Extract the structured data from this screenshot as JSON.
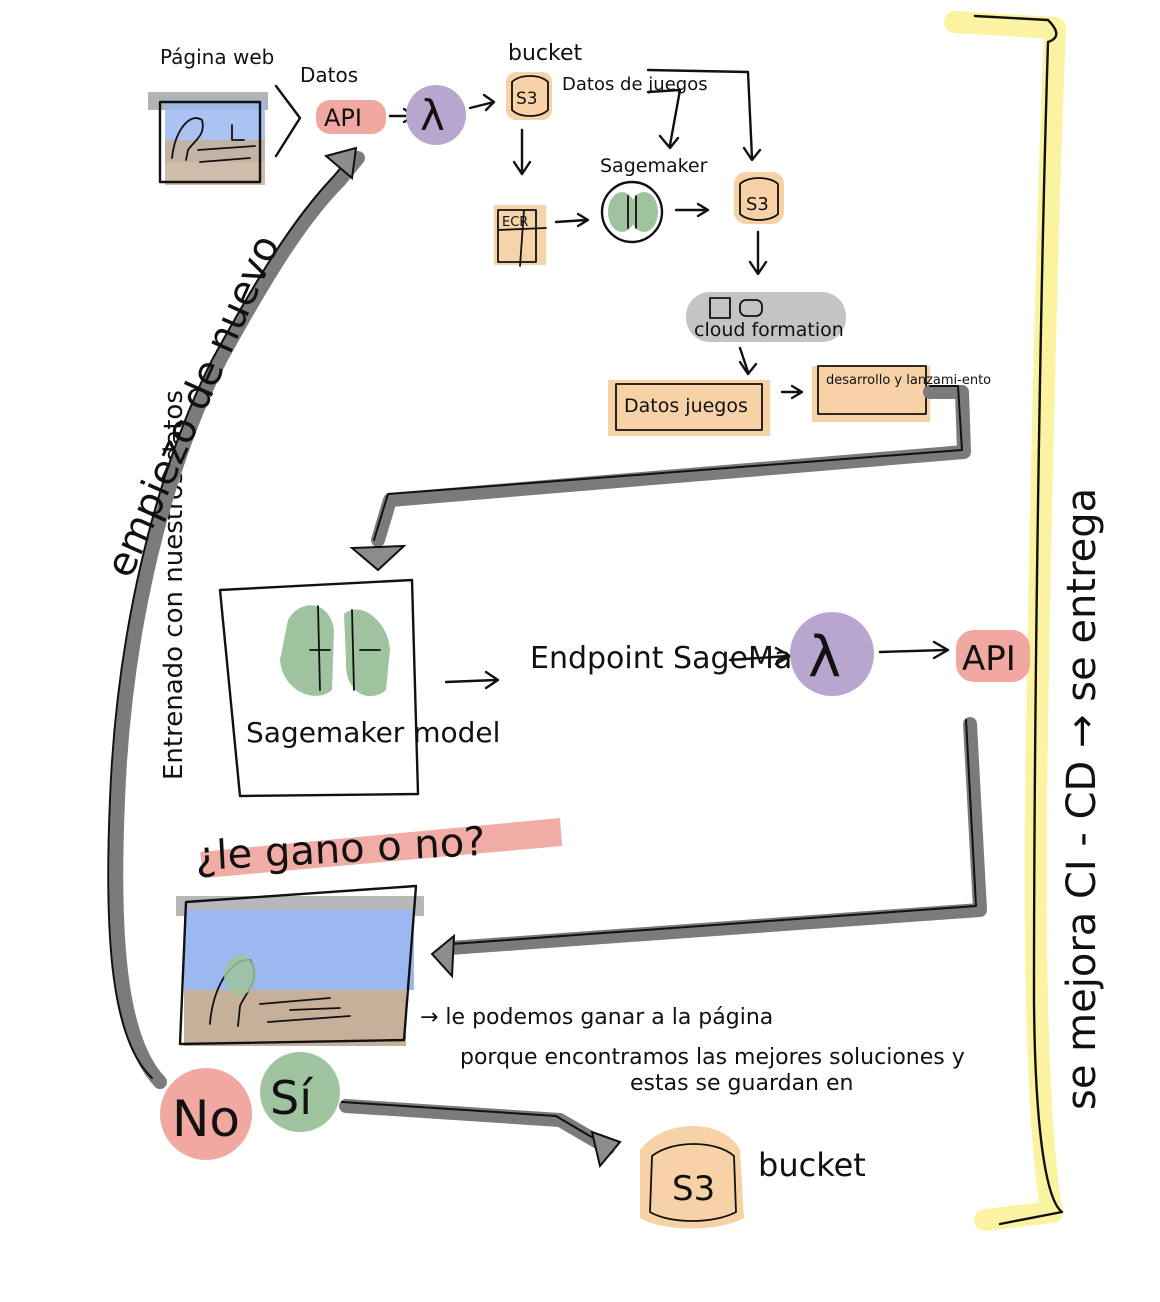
{
  "colors": {
    "api": "#f0a8a0",
    "lambda": "#b9a6cf",
    "s3": "#f6d2a6",
    "sagemaker": "#9ec39e",
    "gray": "#8c8c8c",
    "highlight": "#fbf3a2",
    "sky": "#9cb8f0",
    "ground": "#c7b09a"
  },
  "top_flow": {
    "web_label": "Página web",
    "data_label": "Datos",
    "api_label": "API",
    "lambda_symbol": "λ",
    "bucket_label": "bucket",
    "s3_label": "S3",
    "game_data_label": "Datos de juegos",
    "ecr_label": "ECR",
    "sagemaker_label": "Sagemaker",
    "s3_second_label": "S3",
    "cloudformation_label": "cloud formation",
    "datos_juegos_box": "Datos juegos",
    "deploy_box": "desarrollo y lanzami-ento"
  },
  "middle_flow": {
    "training_note": "Entrenado con nuestros datos",
    "model_label": "Sagemaker model",
    "endpoint_label": "Endpoint SageMaker",
    "lambda_symbol": "λ",
    "api_label": "API"
  },
  "bottom_flow": {
    "question": "¿le gano o no?",
    "note_line1": "→ le podemos ganar a la página",
    "note_line2": "porque encontramos las mejores soluciones y",
    "note_line3": "estas se guardan en",
    "no_label": "No",
    "yes_label": "Sí",
    "s3_label": "S3",
    "bucket_label": "bucket"
  },
  "loop": {
    "restart_label": "empiezo de nuevo"
  },
  "side": {
    "cicd_label": "se mejora  CI - CD → se entrega"
  }
}
